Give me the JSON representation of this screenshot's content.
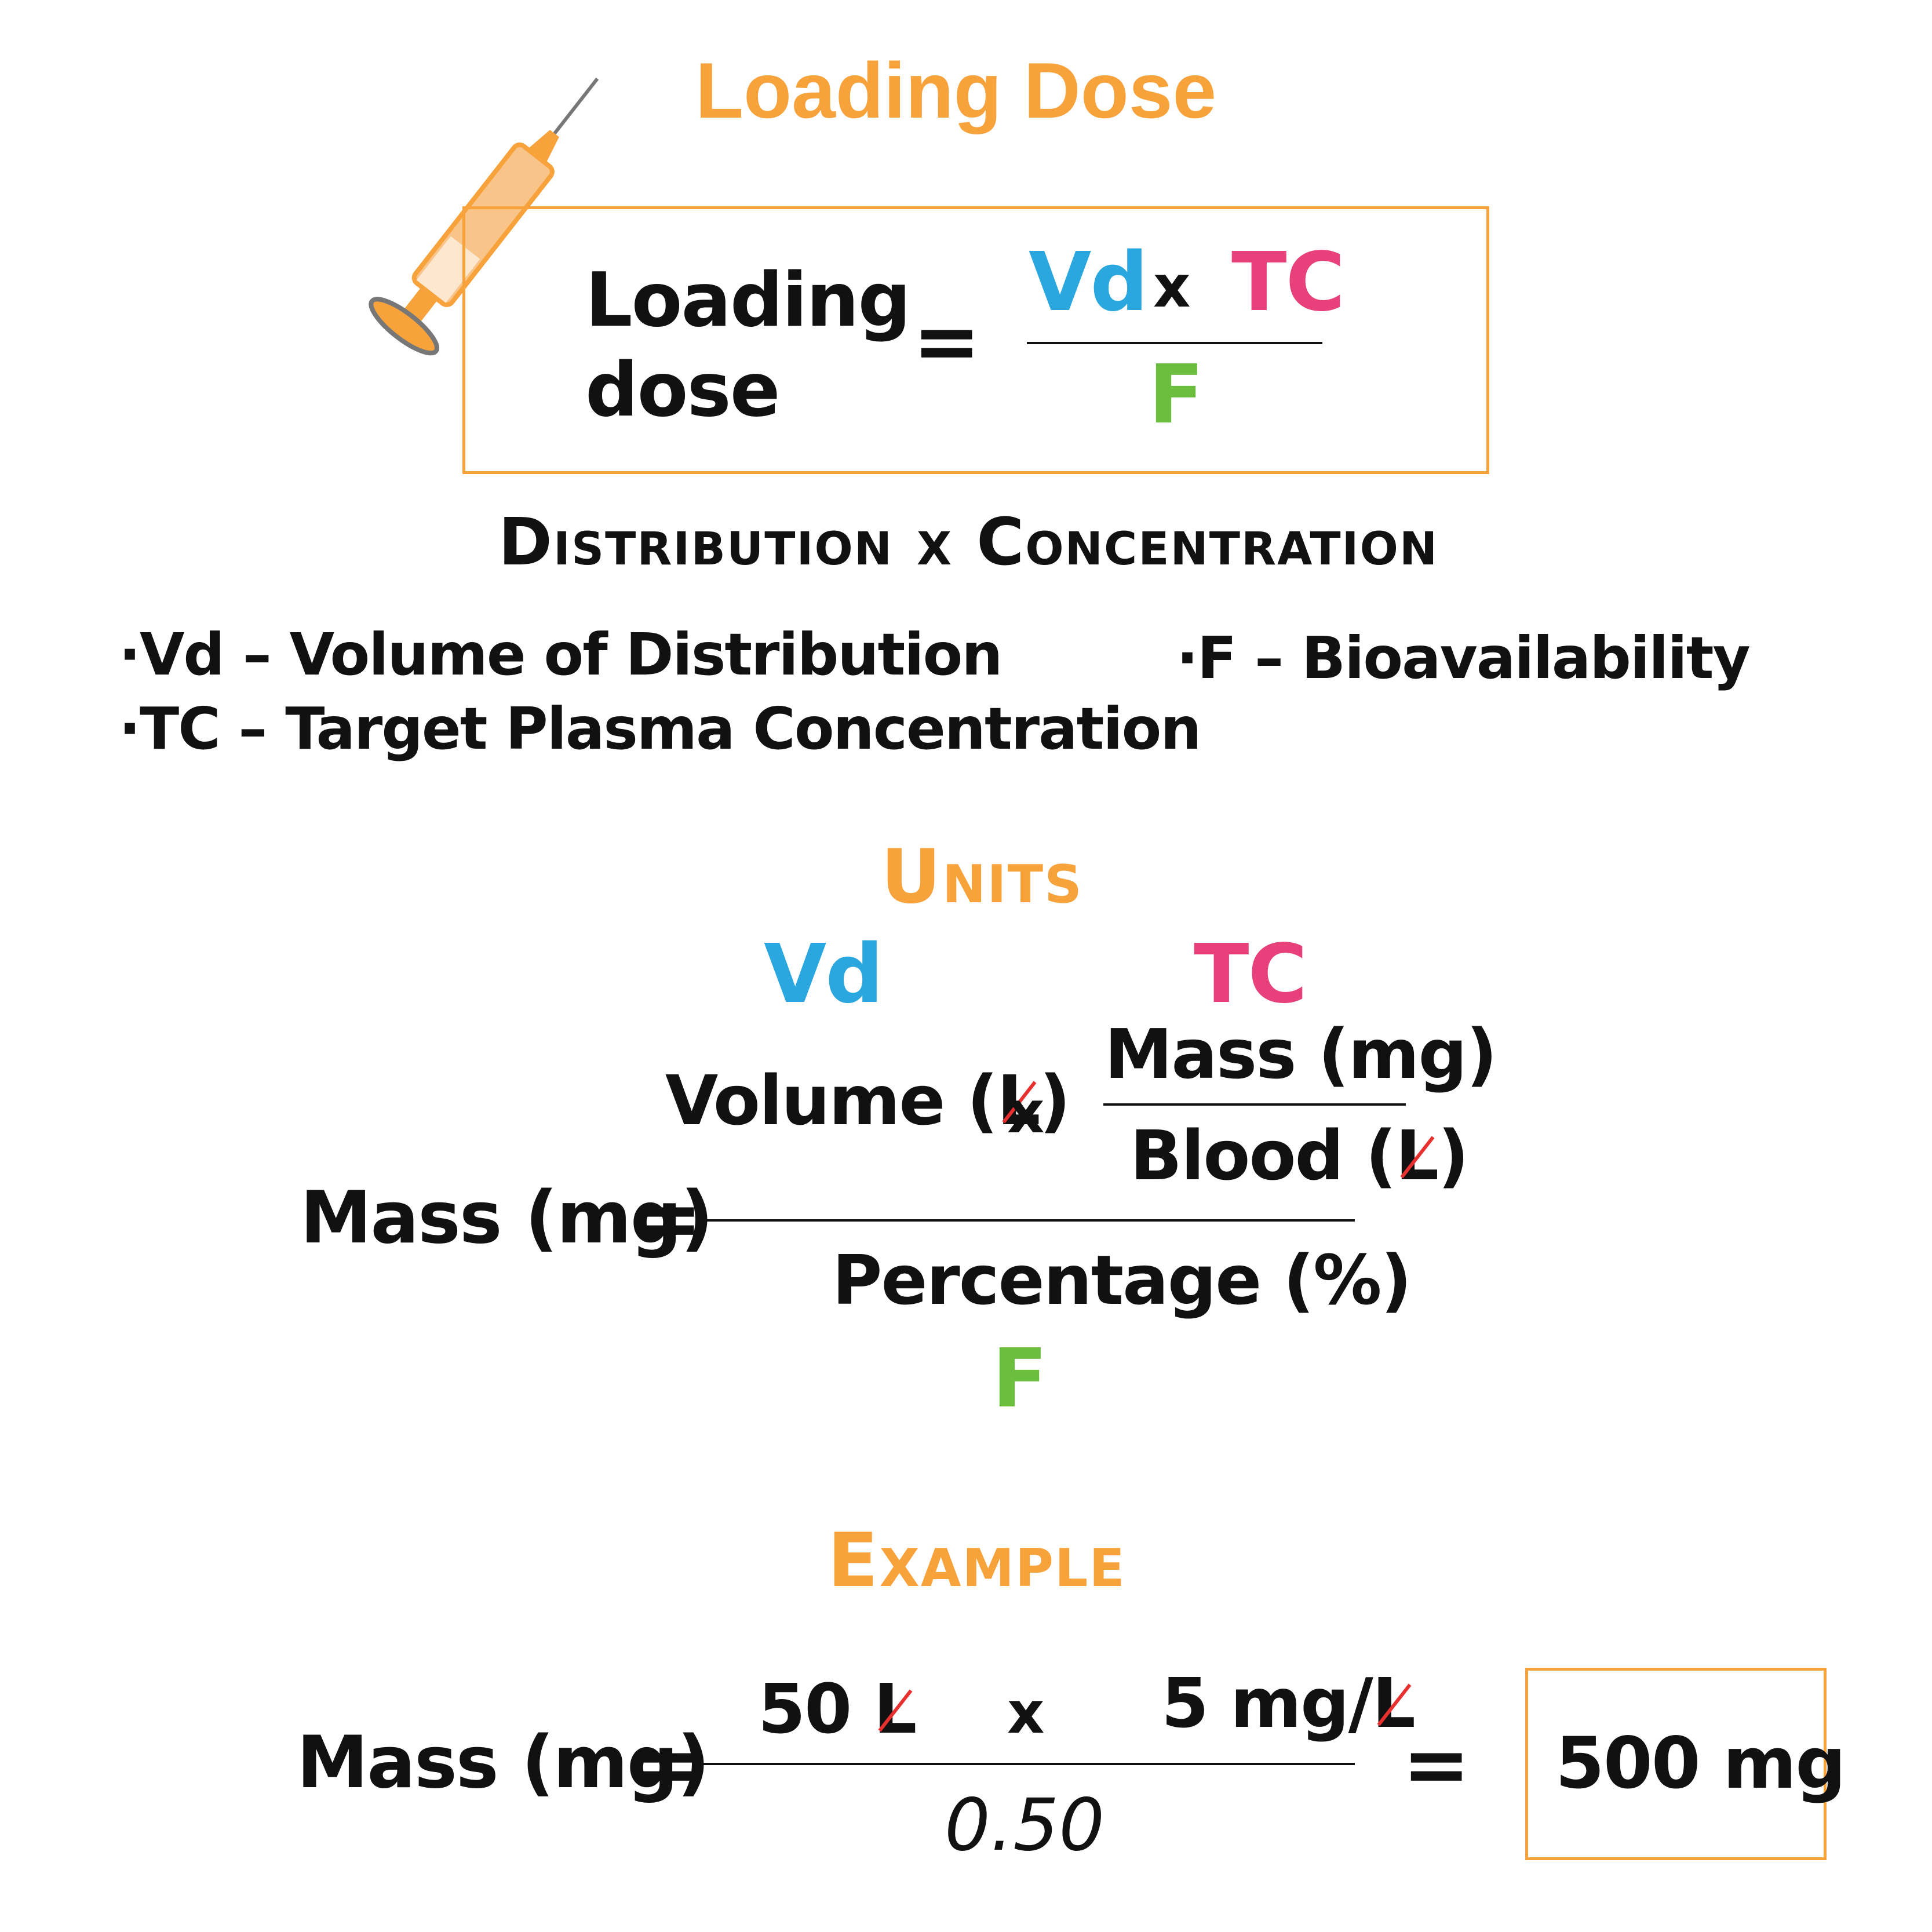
{
  "colors": {
    "orange": "#f7a23b",
    "blue": "#2aa7de",
    "pink": "#e8407a",
    "green": "#6cbf3e",
    "strike": "#e8302f"
  },
  "title": "Loading Dose",
  "icon": "syringe-icon",
  "formula": {
    "lhs_line1": "Loading",
    "lhs_line2": "dose",
    "eq": "=",
    "vd": "Vd",
    "x": "x",
    "tc": "TC",
    "f": "F"
  },
  "subtitle": "Distribution x Concentration",
  "definitions": {
    "vd": "·Vd  –  Volume of Distribution",
    "tc": "·TC  –  Target Plasma Concentration",
    "f": "·F  –  Bioavailability"
  },
  "units": {
    "heading": "Units",
    "vd": "Vd",
    "tc": "TC",
    "volume_prefix": "Volume (",
    "volume_unit": "L",
    "volume_suffix": ")",
    "x": "x",
    "mass_num": "Mass (mg)",
    "blood_prefix": "Blood (",
    "blood_unit": "L",
    "blood_suffix": ")",
    "lhs": "Mass (mg)",
    "eq": "=",
    "percentage": "Percentage (%)",
    "f": "F"
  },
  "example": {
    "heading": "Example",
    "lhs": "Mass (mg)",
    "eq": "=",
    "num1_value": "50 ",
    "num1_unit": "L",
    "x": "x",
    "num2_value": "5 mg/",
    "num2_unit": "L",
    "denominator": "0.50",
    "eq2": "=",
    "result": "500 mg"
  }
}
